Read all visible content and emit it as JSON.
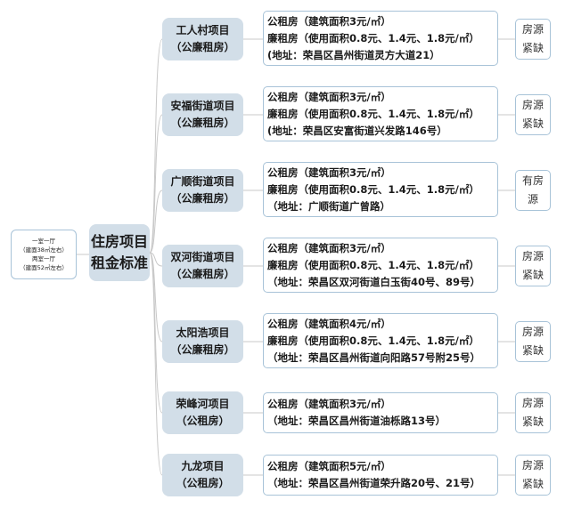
{
  "left_note": {
    "lines": [
      "一室一厅",
      "（建面38㎡左右）",
      "两室一厅",
      "（建面52㎡左右）"
    ]
  },
  "root": {
    "lines": [
      "住房项目",
      "租金标准"
    ]
  },
  "projects": [
    {
      "name": "工人村项目",
      "type": "（公廉租房）",
      "details": [
        "公租房（建筑面积3元/㎡）",
        "廉租房（使用面积0.8元、1.4元、1.8元/㎡）",
        "(地址：荣昌区昌州街道灵方大道21）"
      ],
      "status": "房源紧缺"
    },
    {
      "name": "安福街道项目",
      "type": "（公廉租房）",
      "details": [
        "公租房（建筑面积3元/㎡）",
        "廉租房（使用面积0.8元、1.4元、1.8元/㎡）",
        "(地址：荣昌区安富街道兴发路146号）"
      ],
      "status": "房源紧缺"
    },
    {
      "name": "广顺街道项目",
      "type": "（公廉租房）",
      "details": [
        "公租房（建筑面积3元/㎡）",
        "廉租房（使用面积0.8元、1.4元、1.8元/㎡）",
        "（地址：广顺街道广曾路）"
      ],
      "status": "有房源"
    },
    {
      "name": "双河街道项目",
      "type": "（公廉租房）",
      "details": [
        "公租房（建筑面积3元/㎡）",
        "廉租房（使用面积0.8元、1.4元、1.8元/㎡）",
        "（地址：荣昌区双河街道白玉街40号、89号）"
      ],
      "status": "房源紧缺"
    },
    {
      "name": "太阳浩项目",
      "type": "（公廉租房）",
      "details": [
        "公租房（建筑面积4元/㎡）",
        "廉租房（使用面积0.8元、1.4元、1.8元/㎡）",
        "（地址：荣昌区昌州街道向阳路57号附25号）"
      ],
      "status": "房源紧缺"
    },
    {
      "name": "荣峰河项目",
      "type": "（公租房）",
      "details": [
        "公租房（建筑面积3元/㎡）",
        "（地址：荣昌区昌州街道油栎路13号）"
      ],
      "status": "房源紧缺"
    },
    {
      "name": "九龙项目",
      "type": "（公租房）",
      "details": [
        "公租房（建筑面积5元/㎡）",
        "（地址：荣昌区昌州街道荣升路20号、21号）"
      ],
      "status": "房源紧缺"
    }
  ],
  "colors": {
    "node_fill": "#d2dee8",
    "border": "#a8c3d8",
    "line": "#c8c8c8"
  }
}
